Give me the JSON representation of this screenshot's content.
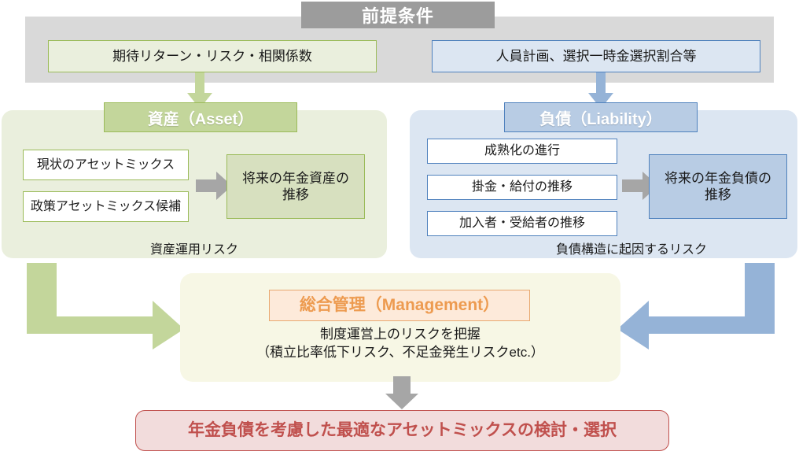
{
  "diagram": {
    "title": "前提条件",
    "colors": {
      "gray_panel": "#d9d9d9",
      "gray_title": "#9c9c9c",
      "green_fill": "#c3d69b",
      "green_line": "#9bbb59",
      "green_panel": "#eaefdd",
      "blue_fill": "#b8cce4",
      "blue_line": "#4f81bd",
      "blue_panel": "#dce6f2",
      "cream_panel": "#f7f7e5",
      "orange_text": "#ed9b50",
      "orange_fill": "#fdeada",
      "red_text": "#c0504d",
      "red_fill": "#f2dcdc",
      "arrow_gray": "#a6a6a6",
      "arrow_green": "#c3d69b",
      "arrow_blue": "#95b3d7"
    },
    "preconditions": {
      "asset_input": "期待リターン・リスク・相関係数",
      "liability_input": "人員計画、選択一時金選択割合等"
    },
    "asset": {
      "header": "資産（Asset）",
      "items": [
        "現状のアセットミックス",
        "政策アセットミックス候補"
      ],
      "result": "将来の年金資産の推移",
      "result_line1": "将来の年金資産の",
      "result_line2": "推移",
      "caption": "資産運用リスク"
    },
    "liability": {
      "header": "負債（Liability）",
      "items": [
        "成熟化の進行",
        "掛金・給付の推移",
        "加入者・受給者の推移"
      ],
      "result": "将来の年金負債の推移",
      "result_line1": "将来の年金負債の",
      "result_line2": "推移",
      "caption": "負債構造に起因するリスク"
    },
    "management": {
      "header": "総合管理（Management）",
      "line1": "制度運営上のリスクを把握",
      "line2": "（積立比率低下リスク、不足金発生リスクetc.）"
    },
    "conclusion": "年金負債を考慮した最適なアセットミックスの検討・選択",
    "icons": {
      "arrow_down_asset": "arrow-down-icon",
      "arrow_down_liability": "arrow-down-icon",
      "arrow_right_asset": "arrow-right-icon",
      "arrow_right_liability": "arrow-right-icon",
      "elbow_asset": "elbow-arrow-right-icon",
      "elbow_liability": "elbow-arrow-left-icon",
      "arrow_down_conclusion": "arrow-down-icon"
    }
  }
}
